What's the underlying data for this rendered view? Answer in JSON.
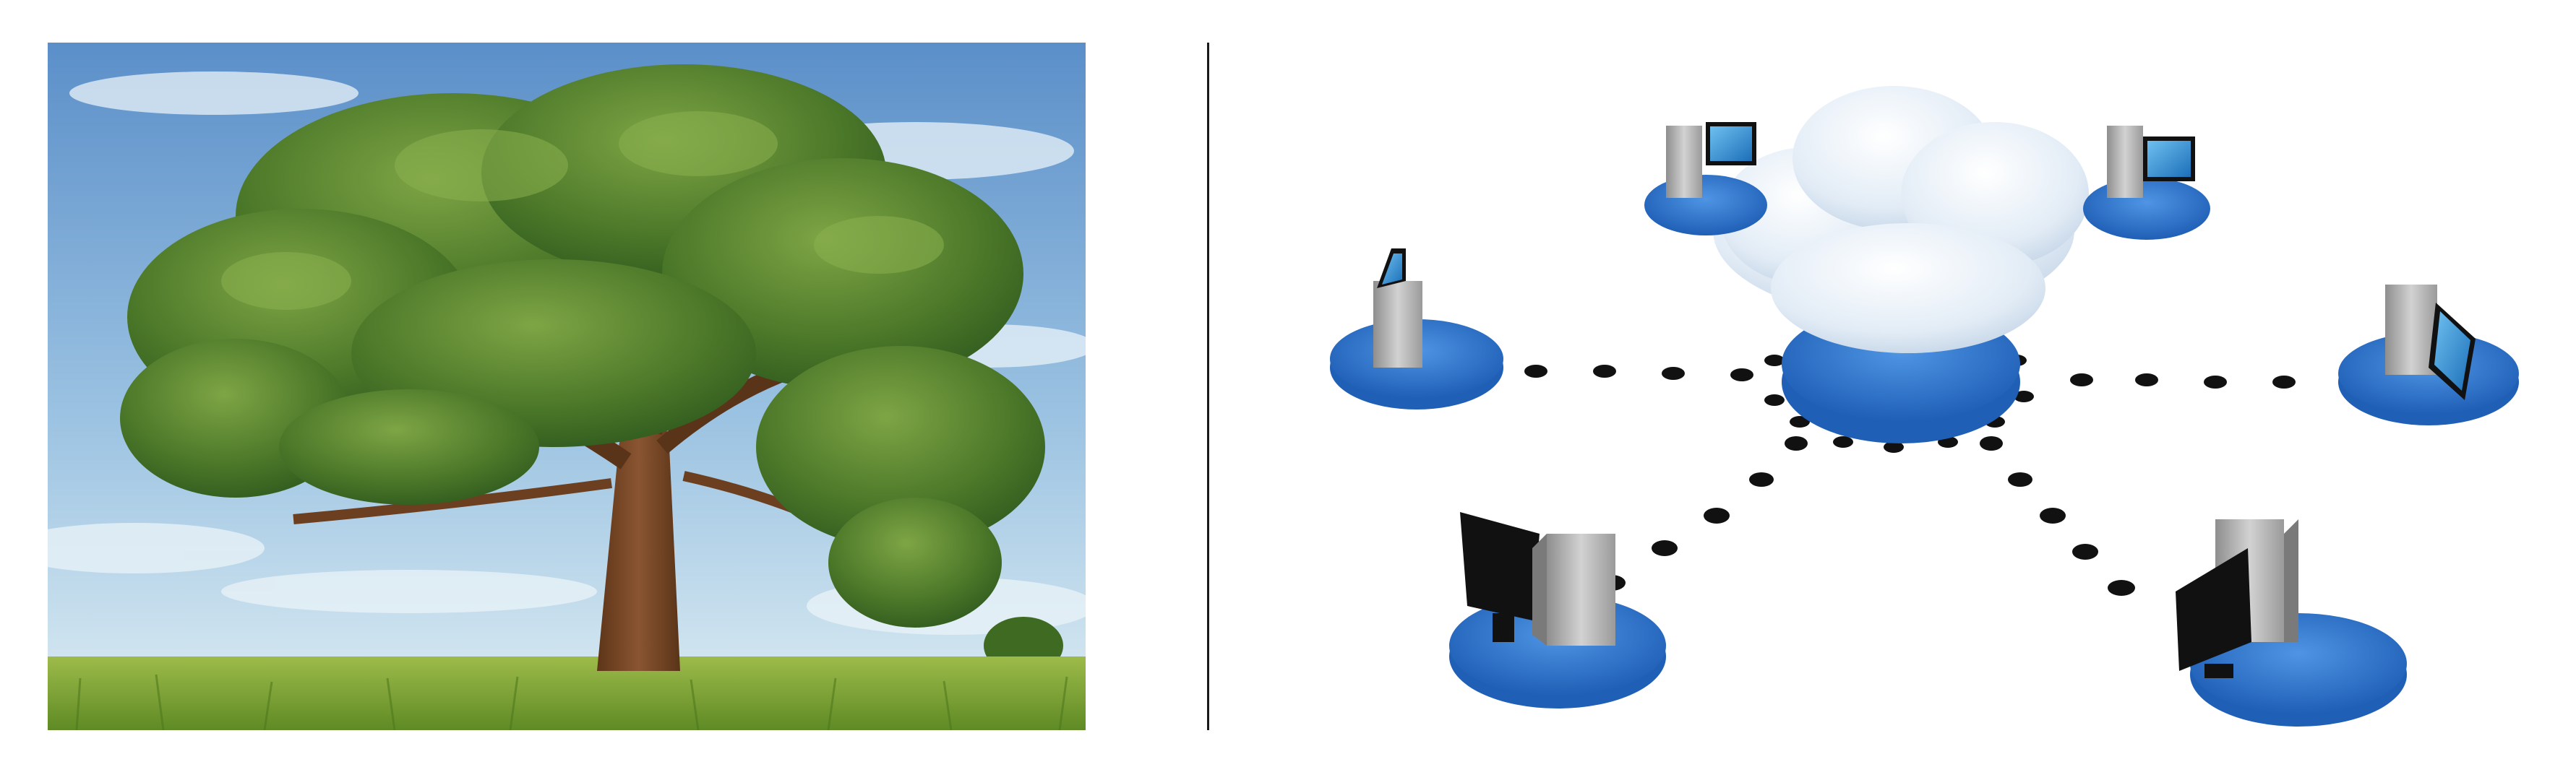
{
  "panels": {
    "left": {
      "subject": "tree-photo",
      "icon": "tree-icon"
    },
    "right": {
      "subject": "cloud-network-illustration",
      "icon": "cloud-network-icon"
    }
  },
  "palette": {
    "sky_top": "#5b8fc9",
    "sky_bottom": "#d9e9f2",
    "foliage_dark": "#2f5a1e",
    "foliage_light": "#6f9a3a",
    "trunk": "#7a4a2a",
    "grass": "#7ea33a",
    "platform_blue": "#2f74cc",
    "cloud_white": "#eef4fa",
    "dot_black": "#111111",
    "computer_gray": "#a9a9a9",
    "monitor_screen": "#2b8fd6"
  },
  "network": {
    "nodes": [
      {
        "name": "node-top-left",
        "screen": "blue"
      },
      {
        "name": "node-top-right",
        "screen": "blue"
      },
      {
        "name": "node-mid-left",
        "screen": "blue"
      },
      {
        "name": "node-mid-right",
        "screen": "blue"
      },
      {
        "name": "node-bottom-left",
        "screen": "black"
      },
      {
        "name": "node-bottom-right",
        "screen": "black"
      }
    ]
  }
}
